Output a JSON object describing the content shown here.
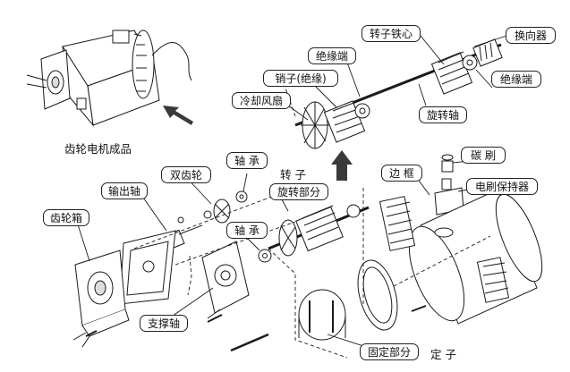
{
  "title": "齿轮电机成品",
  "labels": {
    "rotor_core": "转子铁心",
    "commutator": "换向器",
    "insulation_end_top": "绝缘端",
    "insulation_end_right": "绝缘端",
    "pin_insulation": "销子(绝缘)",
    "cooling_fan": "冷却风扇",
    "rotating_shaft": "旋转轴",
    "carbon_brush": "碳 刷",
    "brush_holder": "电刷保持器",
    "frame": "边 框",
    "bearing_top": "轴 承",
    "bearing_mid": "轴 承",
    "rotor": "转 子",
    "rotating_part": "旋转部分",
    "double_gear": "双齿轮",
    "output_shaft": "输出轴",
    "gearbox": "齿轮箱",
    "support_shaft": "支撑轴",
    "fixed_part": "固定部分",
    "stator": "定 子"
  },
  "colors": {
    "line": "#1a1a1a",
    "arrow": "#3a3a3a",
    "fill": "#ffffff",
    "shade": "#d9d9d9"
  }
}
